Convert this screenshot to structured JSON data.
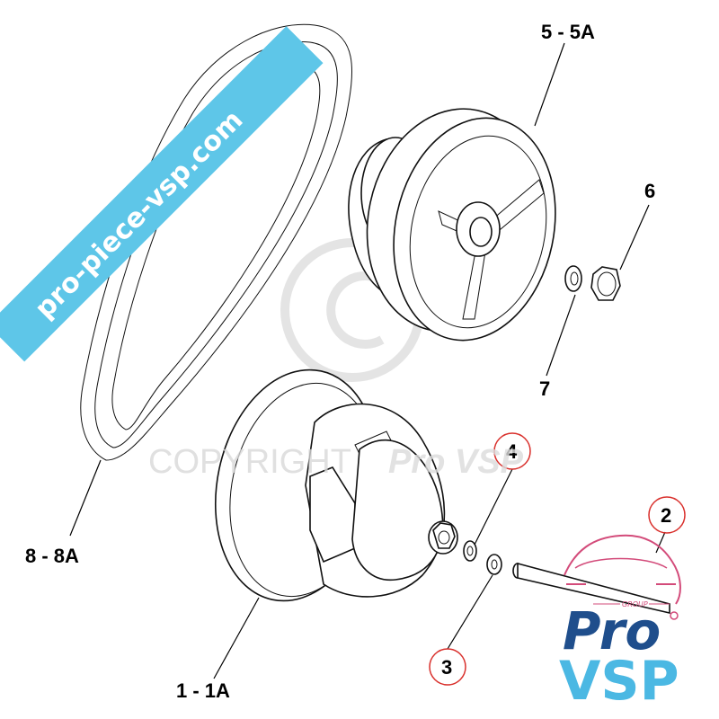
{
  "callouts": {
    "c1": "1  - 1A",
    "c2": "2",
    "c3": "3",
    "c4": "4",
    "c5": "5 - 5A",
    "c6": "6",
    "c7": "7",
    "c8": "8 - 8A"
  },
  "watermark": {
    "banner": "pro-piece-vsp.com",
    "copyright_word": "COPYRIGHT",
    "copyright_brand": "Pro VSP",
    "symbol": "©"
  },
  "logo": {
    "group": "GROUP",
    "pro": "Pro",
    "vsp": "VSP"
  },
  "colors": {
    "banner": "#5ec6e8",
    "callout_circle": "#d9302c",
    "logo_dark": "#1f4e8c",
    "logo_light": "#4bb8e3",
    "logo_pink": "#d34b7a"
  }
}
